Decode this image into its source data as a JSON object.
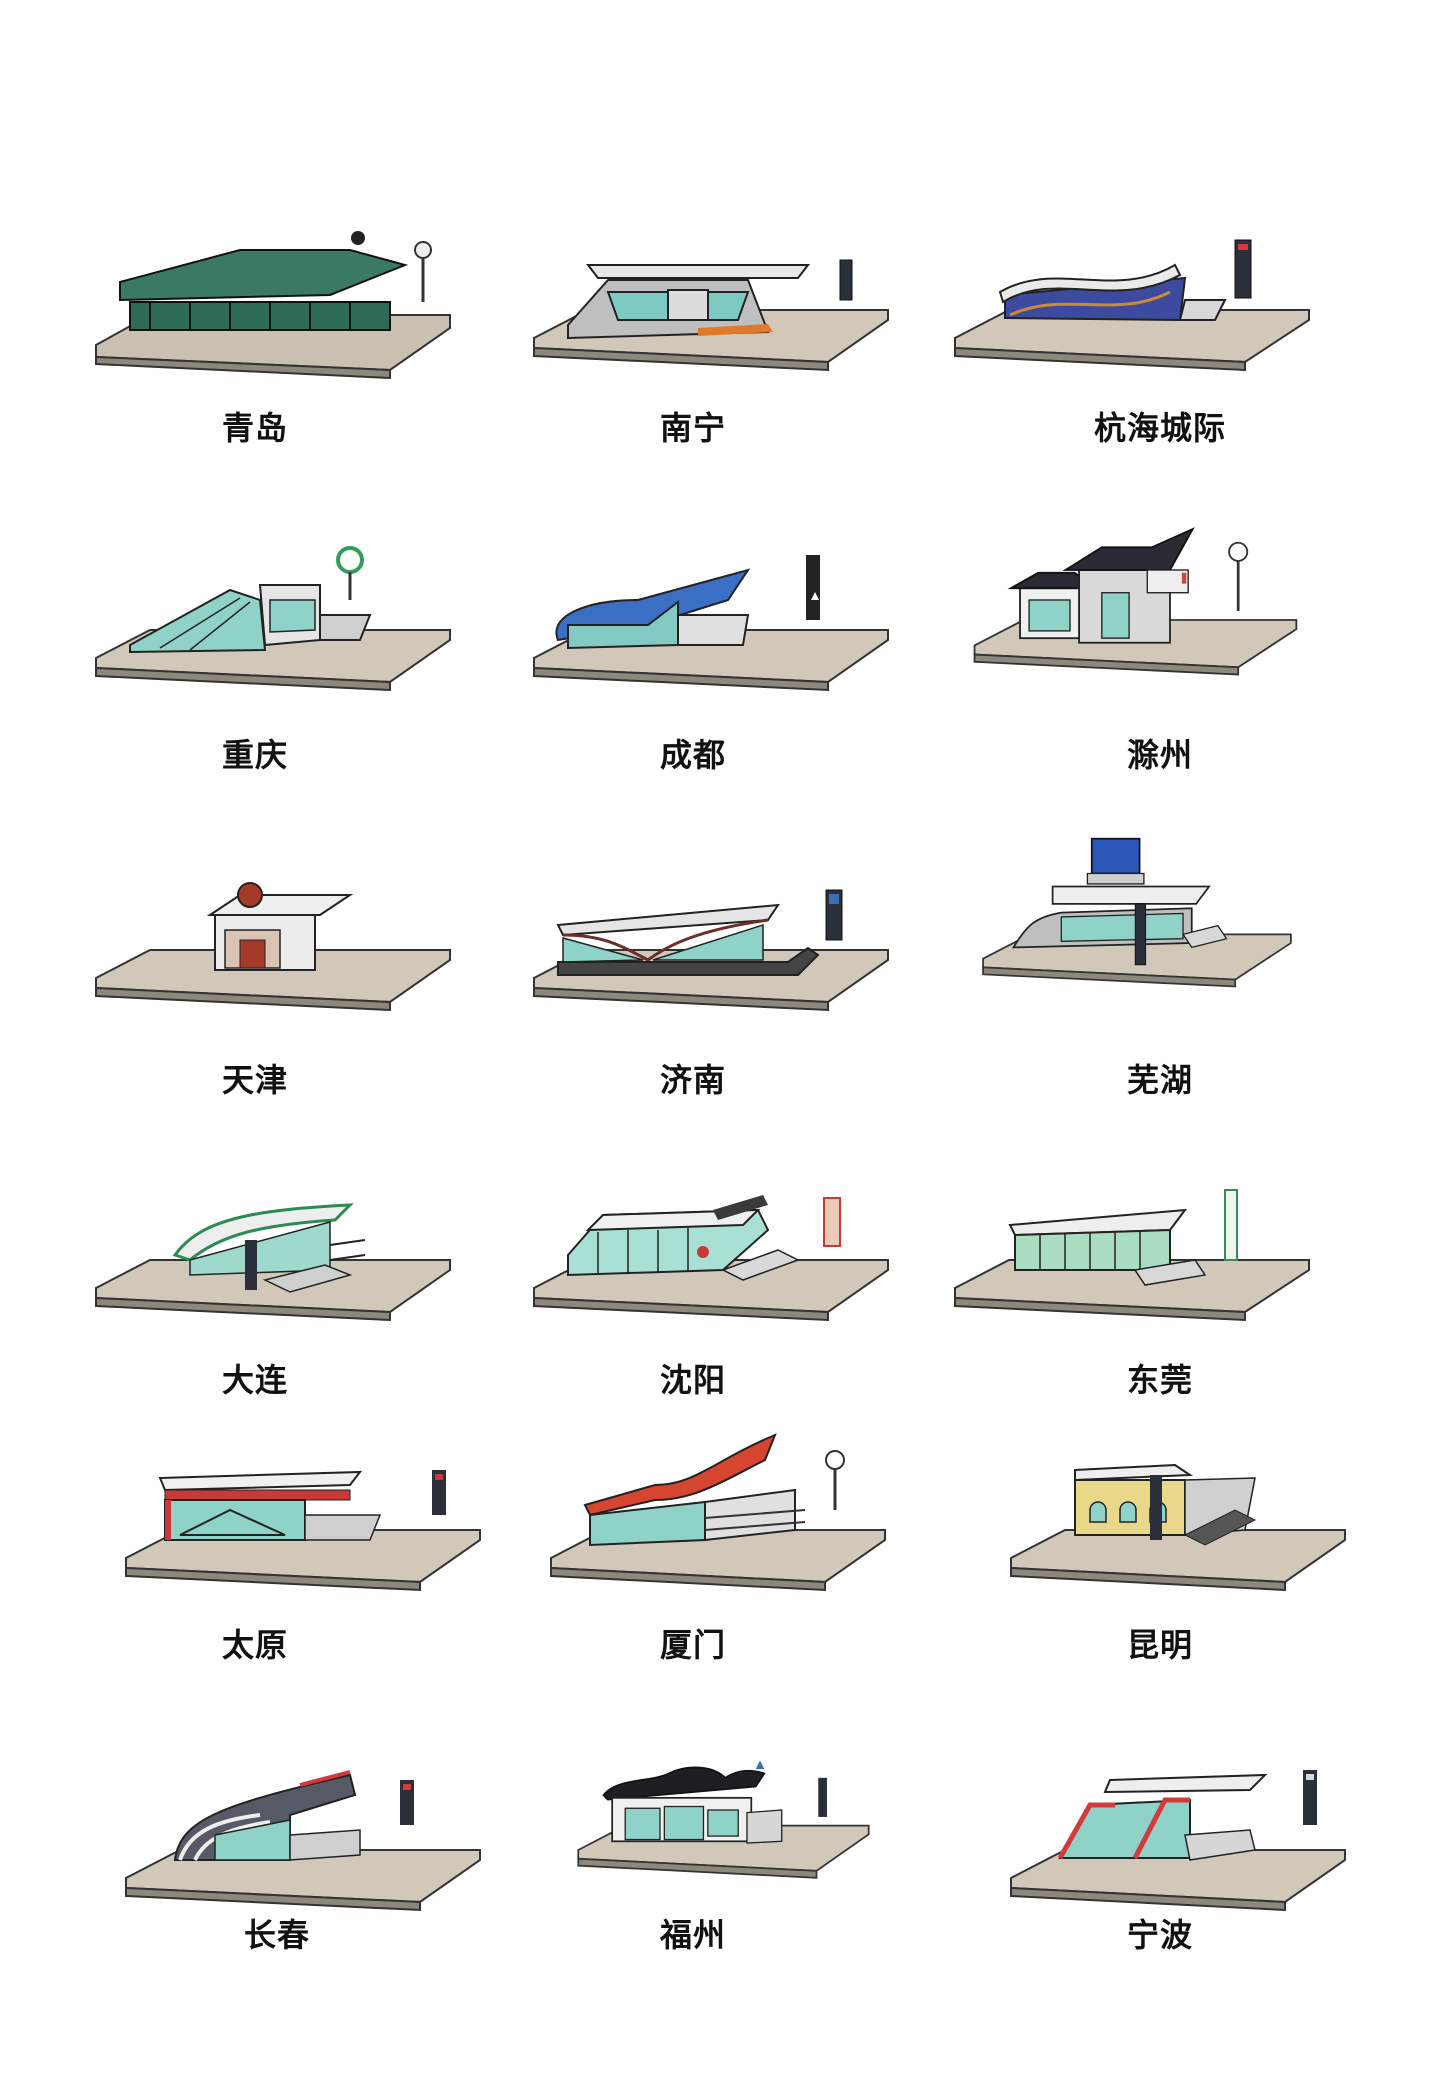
{
  "stations": [
    {
      "name": "青岛",
      "style": "greenhouse",
      "roof": "#2f6b55",
      "glass": "#2e6b57",
      "accent": "#1b1b1b"
    },
    {
      "name": "南宁",
      "style": "modern",
      "roof": "#e8e8e8",
      "glass": "#7fc9c3",
      "accent": "#e07a2b"
    },
    {
      "name": "杭海城际",
      "style": "wave",
      "roof": "#e9e9e9",
      "glass": "#3c4b9e",
      "accent": "#c98a3a"
    },
    {
      "name": "重庆",
      "style": "slope",
      "roof": "#e5e5e5",
      "glass": "#8fd2c8",
      "accent": "#2f9e5a"
    },
    {
      "name": "成都",
      "style": "blue-wave",
      "roof": "#3b6fc4",
      "glass": "#84c9c3",
      "accent": "#222222"
    },
    {
      "name": "滁州",
      "style": "chinese",
      "roof": "#2a2a35",
      "glass": "#8fd2c8",
      "accent": "#c84a3a"
    },
    {
      "name": "天津",
      "style": "kiosk",
      "roof": "#efefef",
      "glass": "#d9c3b2",
      "accent": "#a33a2a"
    },
    {
      "name": "济南",
      "style": "arch",
      "roof": "#e5e5e5",
      "glass": "#8fd2c8",
      "accent": "#6b2e2a"
    },
    {
      "name": "芜湖",
      "style": "box-top",
      "roof": "#eeeeee",
      "glass": "#8fd2c8",
      "accent": "#2a56b8"
    },
    {
      "name": "大连",
      "style": "curve",
      "roof": "#eeeeee",
      "glass": "#9fd8cc",
      "accent": "#2d8a55"
    },
    {
      "name": "沈阳",
      "style": "panels",
      "roof": "#f0f0f0",
      "glass": "#a9e0d6",
      "accent": "#c83a3a"
    },
    {
      "name": "东莞",
      "style": "flat-slope",
      "roof": "#eeeeee",
      "glass": "#a9dcc0",
      "accent": "#3a8a55"
    },
    {
      "name": "太原",
      "style": "flat-red",
      "roof": "#f0f0f0",
      "glass": "#8fd2c8",
      "accent": "#c83a3a"
    },
    {
      "name": "厦门",
      "style": "wing",
      "roof": "#d6452f",
      "glass": "#8fd2c8",
      "accent": "#333333"
    },
    {
      "name": "昆明",
      "style": "colonial",
      "roof": "#eeeeee",
      "glass": "#e9d88a",
      "accent": "#333333"
    },
    {
      "name": "长春",
      "style": "swoop",
      "roof": "#555a66",
      "glass": "#8fd2c8",
      "accent": "#d43a3a"
    },
    {
      "name": "福州",
      "style": "fuzhou",
      "roof": "#1e1e24",
      "glass": "#8fd2c8",
      "accent": "#3a6fb8"
    },
    {
      "name": "宁波",
      "style": "red-frame",
      "roof": "#eeeeee",
      "glass": "#8fd2c8",
      "accent": "#d43a3a"
    }
  ]
}
